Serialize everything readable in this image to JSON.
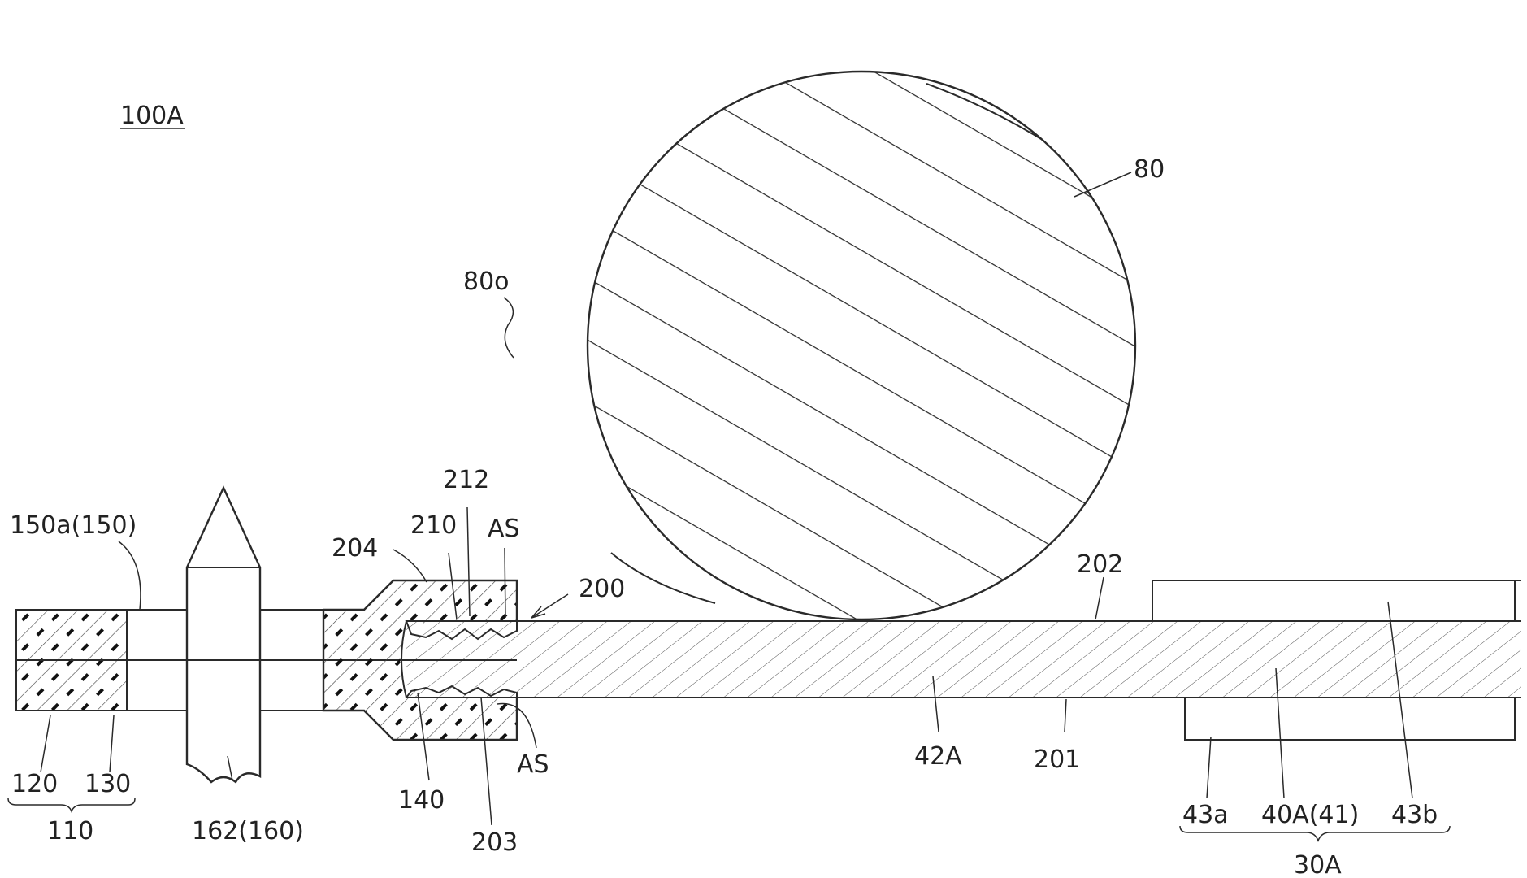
{
  "figure_label": "100A",
  "labels": {
    "ball": "80",
    "ball_surface": "80o",
    "wire_joint": "200",
    "wire_top_surface": "202",
    "wire_bottom_surface": "201",
    "core_wire": "42A",
    "coating_top": "43b",
    "coating_bottom": "43a",
    "conductor": "40A(41)",
    "assembly": "30A",
    "tube_end": "204",
    "crimp_region": "210",
    "knurl": "212",
    "adhesive_top": "AS",
    "adhesive_bottom": "AS",
    "inner_edge": "140",
    "wire_end": "203",
    "layer_a": "150a(150)",
    "outer_layer": "120",
    "inner_layer": "130",
    "body": "110",
    "needle": "162(160)"
  }
}
